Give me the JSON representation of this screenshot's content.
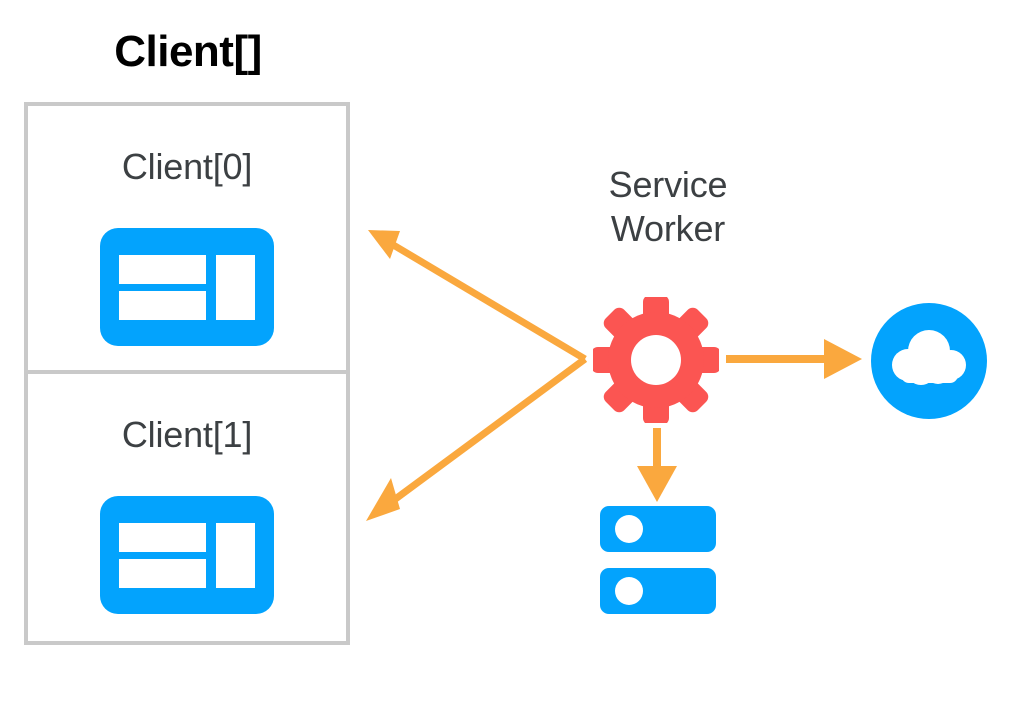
{
  "diagram": {
    "title": "Client[] / Service Worker architecture",
    "background": "#ffffff",
    "colors": {
      "blue": "#03a3fd",
      "red": "#fb5552",
      "orange": "#faa83e",
      "border_gray": "#c9c9c9",
      "text_dark": "#3c4043",
      "text_black": "#000000",
      "white": "#ffffff"
    }
  },
  "clients": {
    "title": "Client[]",
    "items": [
      {
        "label": "Client[0]",
        "icon": "browser-window-icon"
      },
      {
        "label": "Client[1]",
        "icon": "browser-window-icon"
      }
    ]
  },
  "service_worker": {
    "label_line1": "Service",
    "label_line2": "Worker",
    "icon": "gear-icon"
  },
  "nodes": {
    "cloud": {
      "icon": "cloud-icon",
      "label": ""
    },
    "storage": {
      "icon": "server-database-icon",
      "label": ""
    }
  },
  "connections": [
    {
      "name": "sw-to-client0",
      "from": "service-worker",
      "to": "client-0",
      "direction": "to-client",
      "color": "#faa83e"
    },
    {
      "name": "sw-to-client1",
      "from": "service-worker",
      "to": "client-1",
      "direction": "to-client",
      "color": "#faa83e"
    },
    {
      "name": "sw-to-cloud",
      "from": "service-worker",
      "to": "cloud",
      "direction": "to-cloud",
      "color": "#faa83e"
    },
    {
      "name": "sw-to-storage",
      "from": "service-worker",
      "to": "storage",
      "direction": "to-storage",
      "color": "#faa83e"
    }
  ]
}
